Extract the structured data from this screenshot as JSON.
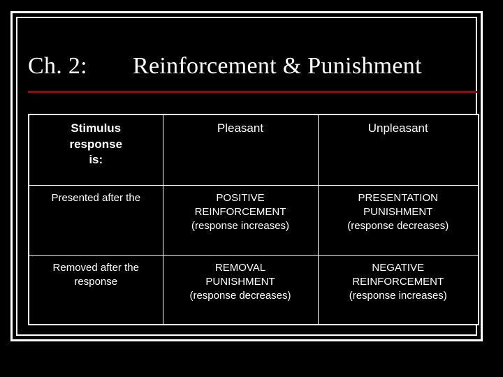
{
  "slide": {
    "title_prefix": "Ch. 2:",
    "title_main": "Reinforcement & Punishment",
    "accent_rule_color": "#7d1418",
    "background_color": "#000000",
    "text_color": "#ffffff"
  },
  "matrix": {
    "corner_header": {
      "line1": "Stimulus",
      "line2": "response",
      "line3": "is:"
    },
    "column_headers": [
      "Pleasant",
      "Unpleasant"
    ],
    "rows": [
      {
        "label": {
          "line1": "Presented after the",
          "line2": ""
        },
        "cells": [
          {
            "line1": "POSITIVE",
            "line2": "REINFORCEMENT",
            "line3": "(response increases)"
          },
          {
            "line1": "PRESENTATION",
            "line2": "PUNISHMENT",
            "line3": "(response decreases)"
          }
        ]
      },
      {
        "label": {
          "line1": "Removed after the",
          "line2": "response"
        },
        "cells": [
          {
            "line1": "REMOVAL",
            "line2": "PUNISHMENT",
            "line3": "(response decreases)"
          },
          {
            "line1": "NEGATIVE",
            "line2": "REINFORCEMENT",
            "line3": "(response increases)"
          }
        ]
      }
    ]
  }
}
